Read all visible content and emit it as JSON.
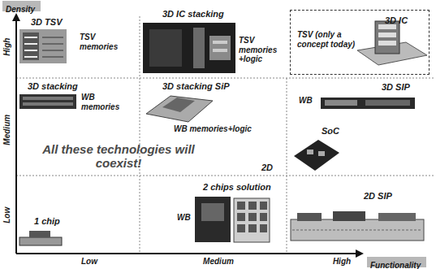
{
  "diagram": {
    "nodes": [
      {
        "text": [
          "Density"
        ]
      },
      {
        "text": [
          "TSV (only a concept today)",
          "3D IC"
        ]
      },
      {
        "text": [
          "Functionality"
        ]
      }
    ],
    "labels": [
      "High",
      "3D TSV",
      "TSV memories",
      "3D IC stacking",
      "TSV memories +logic",
      "3D stacking",
      "WB memories",
      "3D stacking SiP",
      "WB memories+logic",
      "WB",
      "3D SIP",
      "Medium",
      "SoC",
      "All these technologies will coexist!",
      "2D",
      "Low",
      "2 chips solution",
      "WB",
      "2D SIP",
      "1 chip",
      "Low",
      "Medium",
      "High"
    ]
  }
}
